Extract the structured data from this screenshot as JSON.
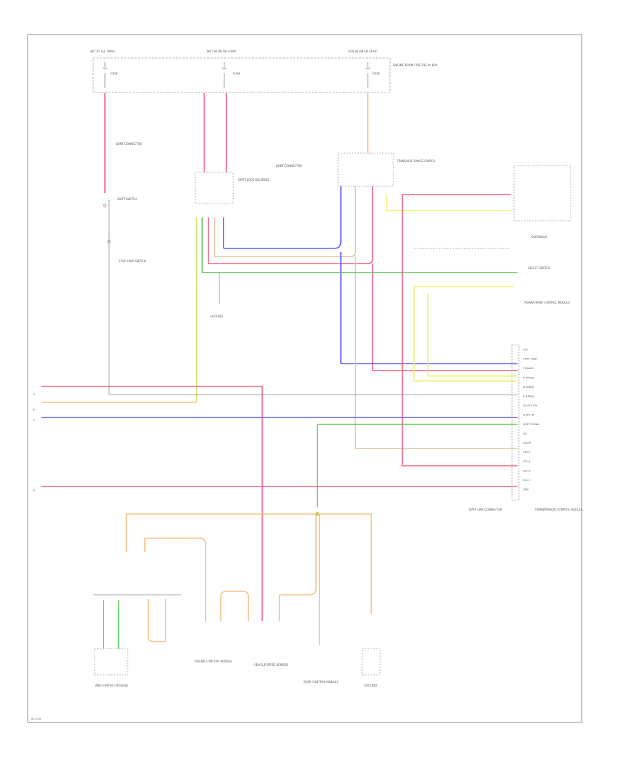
{
  "colors": {
    "red": "#f06080",
    "pink": "#f5a0b4",
    "blue": "#5c5cf0",
    "green": "#5cc85c",
    "yellow": "#f0f070",
    "orange": "#f5c080",
    "yellowgreen": "#c8e060",
    "tan": "#d8c8a0",
    "gray": "#666666",
    "frame": "#888888"
  },
  "labels": {
    "fuse_box_1": "HOT AT ALL TIMES",
    "fuse_box_2": "HOT IN ON OR START",
    "fuse_box_3": "HOT IN ON OR START",
    "fuse_a": "FUSE",
    "fuse_b": "FUSE",
    "fuse_c": "FUSE",
    "junction_right": "ENGINE ROOM FUSE RELAY BOX",
    "joint_conn_1": "JOINT CONNECTOR",
    "shift_switch": "SHIFT SWITCH",
    "stop_lamp_sw": "STOP LAMP SWITCH",
    "shift_lock": "SHIFT LOCK SOLENOID",
    "joint_conn_2": "JOINT CONNECTOR",
    "ground_1": "GROUND",
    "transaxle_range": "TRANSAXLE RANGE SWITCH",
    "overdrive": "OVERDRIVE",
    "select_switch": "SELECT SWITCH",
    "pcm": "POWERTRAIN CONTROL MODULE",
    "tcm": "TRANSMISSION CONTROL MODULE",
    "dlc": "DATA LINK CONNECTOR",
    "abs": "ABS CONTROL MODULE",
    "ecm": "ENGINE CONTROL MODULE",
    "vss": "VEHICLE SPEED SENSOR",
    "bcm": "BODY CONTROL MODULE",
    "ground_2": "GROUND",
    "footer": "W-1234"
  },
  "pin_labels": [
    "IGN",
    "STOP LAMP",
    "P RANGE",
    "R RANGE",
    "N RANGE",
    "D RANGE",
    "SELECT SW",
    "SHIFT UP",
    "SHIFT DOWN",
    "OD",
    "CAN H",
    "CAN L",
    "SOL A",
    "SOL B",
    "SOL C",
    "GND"
  ]
}
